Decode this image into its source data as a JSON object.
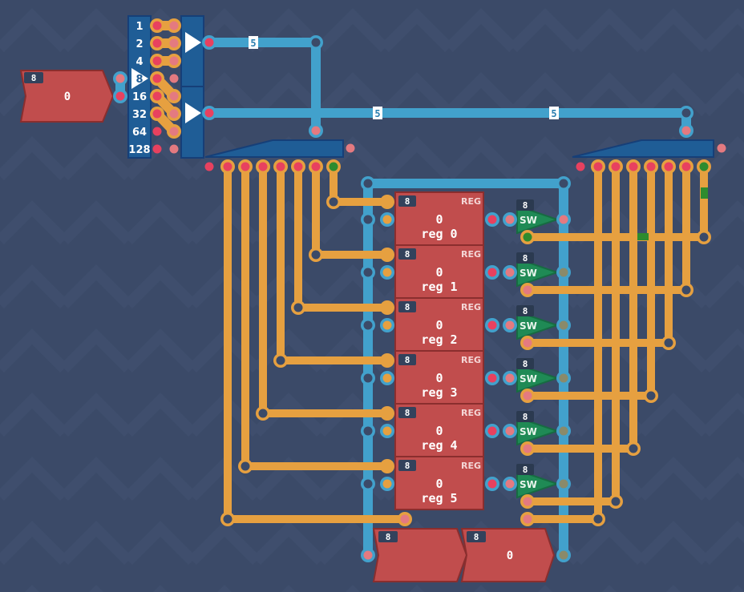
{
  "colors": {
    "background": "#3b4a68",
    "wire_bus": "#42a1cc",
    "wire_bit": "#e6a040",
    "component_red": "#c14d4d",
    "component_blue": "#1f5d96",
    "switch_green": "#1f8a55",
    "pin_red": "#e8415f",
    "pin_pink": "#e47a80",
    "pin_green": "#2e8b2e"
  },
  "input_byte": {
    "width_badge": "8",
    "value": "0"
  },
  "splitter": {
    "bits": [
      "1",
      "2",
      "4",
      "8",
      "16",
      "32",
      "64",
      "128"
    ],
    "selected_bit": "8"
  },
  "wire_labels": [
    "5",
    "5",
    "5"
  ],
  "registers": [
    {
      "width_badge": "8",
      "type": "REG",
      "value": "0",
      "name": "reg 0"
    },
    {
      "width_badge": "8",
      "type": "REG",
      "value": "0",
      "name": "reg 1"
    },
    {
      "width_badge": "8",
      "type": "REG",
      "value": "0",
      "name": "reg 2"
    },
    {
      "width_badge": "8",
      "type": "REG",
      "value": "0",
      "name": "reg 3"
    },
    {
      "width_badge": "8",
      "type": "REG",
      "value": "0",
      "name": "reg 4"
    },
    {
      "width_badge": "8",
      "type": "REG",
      "value": "0",
      "name": "reg 5"
    }
  ],
  "switches": [
    {
      "width_badge": "8",
      "label": "SW"
    },
    {
      "width_badge": "8",
      "label": "SW"
    },
    {
      "width_badge": "8",
      "label": "SW"
    },
    {
      "width_badge": "8",
      "label": "SW"
    },
    {
      "width_badge": "8",
      "label": "SW"
    },
    {
      "width_badge": "8",
      "label": "SW"
    }
  ],
  "outputs": [
    {
      "width_badge": "8",
      "value": ""
    },
    {
      "width_badge": "8",
      "value": "0"
    }
  ]
}
